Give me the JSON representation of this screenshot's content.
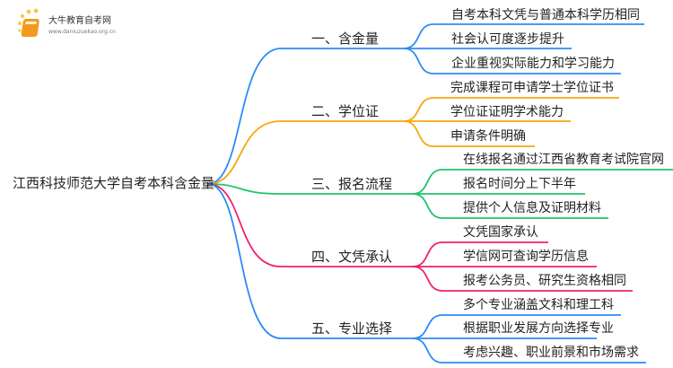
{
  "logo": {
    "title": "大牛教育自考网",
    "url": "www.daniuzuekao.org.cn"
  },
  "root": {
    "label": "江西科技师范大学自考本科含金量"
  },
  "colors": {
    "b1": "#2b8cf7",
    "b2": "#f5a80f",
    "b3": "#21c46b",
    "b4": "#f0216b",
    "b5": "#2b8cf7"
  },
  "branches": [
    {
      "label": "一、含金量",
      "leaves": [
        "自考本科文凭与普通本科学历相同",
        "社会认可度逐步提升",
        "企业重视实际能力和学习能力"
      ]
    },
    {
      "label": "二、学位证",
      "leaves": [
        "完成课程可申请学士学位证书",
        "学位证证明学术能力",
        "申请条件明确"
      ]
    },
    {
      "label": "三、报名流程",
      "leaves": [
        "在线报名通过江西省教育考试院官网",
        "报名时间分上下半年",
        "提供个人信息及证明材料"
      ]
    },
    {
      "label": "四、文凭承认",
      "leaves": [
        "文凭国家承认",
        "学信网可查询学历信息",
        "报考公务员、研究生资格相同"
      ]
    },
    {
      "label": "五、专业选择",
      "leaves": [
        "多个专业涵盖文科和理工科",
        "根据职业发展方向选择专业",
        "考虑兴趣、职业前景和市场需求"
      ]
    }
  ]
}
